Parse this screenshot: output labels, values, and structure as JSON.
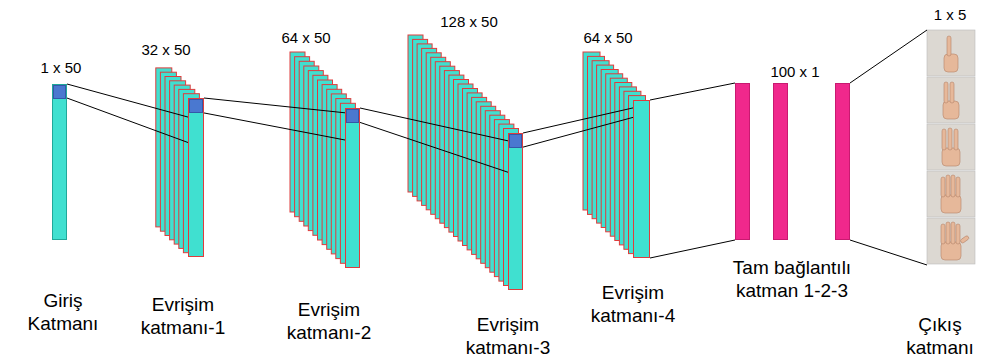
{
  "diagram": {
    "nodes": [
      {
        "text": [
          "1 x 50",
          "Giriş Katmanı"
        ]
      },
      {
        "text": [
          "32 x 50",
          "Evrişim katmanı-1"
        ]
      },
      {
        "text": [
          "64 x 50",
          "Evrişim katmanı-2"
        ]
      },
      {
        "text": [
          "128 x 50",
          "Evrişim katmanı-3"
        ]
      },
      {
        "text": [
          "64 x 50",
          "Evrişim katmanı-4"
        ]
      },
      {
        "text": [
          "100 x 1",
          "Tam bağlantılı katman 1-2-3"
        ]
      },
      {
        "text": [
          "1 x 5",
          "Çıkış katmanı"
        ]
      }
    ],
    "edges": [
      {
        "from": 0,
        "to": 1,
        "arrow": "none"
      },
      {
        "from": 1,
        "to": 2,
        "arrow": "none"
      },
      {
        "from": 2,
        "to": 3,
        "arrow": "none"
      },
      {
        "from": 3,
        "to": 4,
        "arrow": "none"
      },
      {
        "from": 4,
        "to": 5,
        "arrow": "none"
      },
      {
        "from": 5,
        "to": 6,
        "arrow": "none"
      }
    ]
  }
}
